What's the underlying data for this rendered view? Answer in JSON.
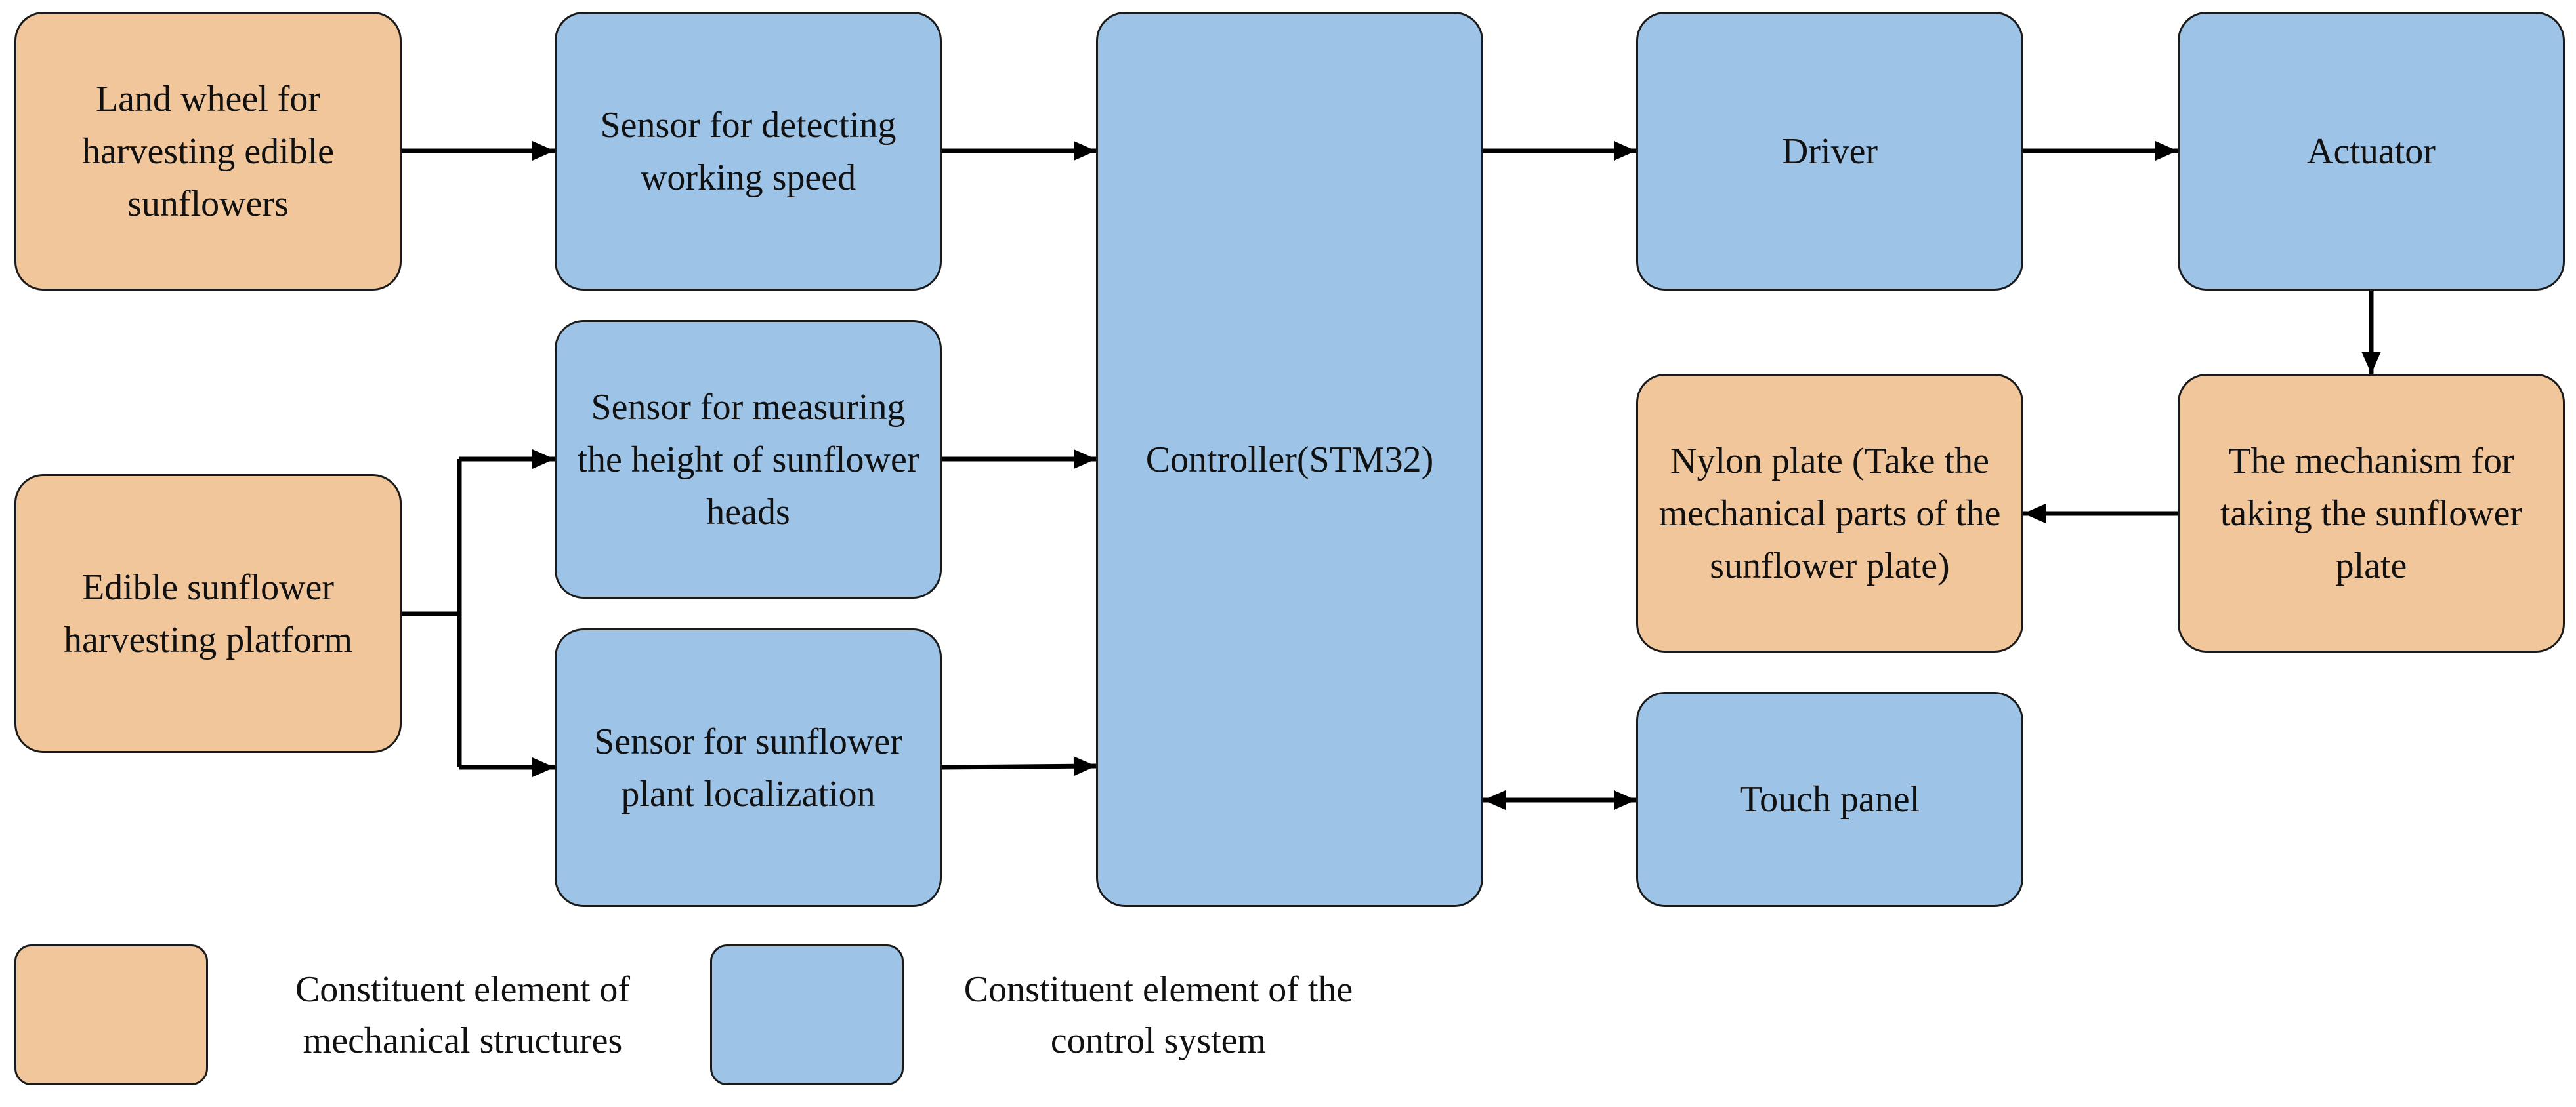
{
  "colors": {
    "mechanical": "#f2c69b",
    "control": "#9dc3e6",
    "line": "#000000"
  },
  "nodes": {
    "land_wheel": "Land wheel for harvesting edible sunflowers",
    "sensor_speed": "Sensor for detecting working speed",
    "controller": "Controller(STM32)",
    "driver": "Driver",
    "actuator": "Actuator",
    "sensor_height": "Sensor for measuring the height of sunflower heads",
    "harvest_platform": "Edible sunflower harvesting platform",
    "sensor_localization": "Sensor for sunflower plant localization",
    "nylon_plate": "Nylon plate (Take the mechanical parts of the sunflower plate)",
    "plate_mechanism": "The mechanism for taking the sunflower plate",
    "touch_panel": "Touch panel"
  },
  "edges": [
    {
      "from": "land_wheel",
      "to": "sensor_speed",
      "direction": "forward"
    },
    {
      "from": "sensor_speed",
      "to": "controller",
      "direction": "forward"
    },
    {
      "from": "harvest_platform",
      "to": "sensor_height",
      "direction": "forward"
    },
    {
      "from": "harvest_platform",
      "to": "sensor_localization",
      "direction": "forward"
    },
    {
      "from": "sensor_height",
      "to": "controller",
      "direction": "forward"
    },
    {
      "from": "sensor_localization",
      "to": "controller",
      "direction": "forward"
    },
    {
      "from": "controller",
      "to": "driver",
      "direction": "forward"
    },
    {
      "from": "driver",
      "to": "actuator",
      "direction": "forward"
    },
    {
      "from": "actuator",
      "to": "plate_mechanism",
      "direction": "forward"
    },
    {
      "from": "plate_mechanism",
      "to": "nylon_plate",
      "direction": "forward"
    },
    {
      "from": "controller",
      "to": "touch_panel",
      "direction": "both"
    }
  ],
  "legend": {
    "mechanical": "Constituent element of\nmechanical structures",
    "control": "Constituent element of the\ncontrol system"
  }
}
